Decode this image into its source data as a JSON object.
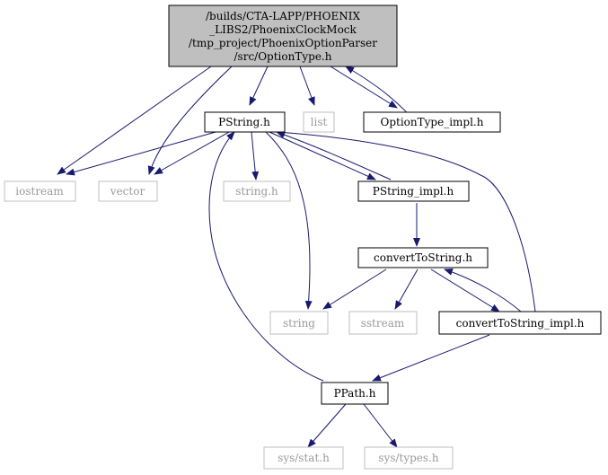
{
  "graph": {
    "edge_color": "#191970",
    "nodes": [
      {
        "id": "optiontype_h",
        "kind": "main",
        "lines": [
          "/builds/CTA-LAPP/PHOENIX",
          "_LIBS2/PhoenixClockMock",
          "/tmp_project/PhoenixOptionParser",
          "/src/OptionType.h"
        ]
      },
      {
        "id": "pstring_h",
        "kind": "local",
        "lines": [
          "PString.h"
        ]
      },
      {
        "id": "list",
        "kind": "system",
        "lines": [
          "list"
        ]
      },
      {
        "id": "optiontype_impl_h",
        "kind": "local",
        "lines": [
          "OptionType_impl.h"
        ]
      },
      {
        "id": "iostream",
        "kind": "system",
        "lines": [
          "iostream"
        ]
      },
      {
        "id": "vector",
        "kind": "system",
        "lines": [
          "vector"
        ]
      },
      {
        "id": "string_dot_h",
        "kind": "system",
        "lines": [
          "string.h"
        ]
      },
      {
        "id": "pstring_impl_h",
        "kind": "local",
        "lines": [
          "PString_impl.h"
        ]
      },
      {
        "id": "converttostring_h",
        "kind": "local",
        "lines": [
          "convertToString.h"
        ]
      },
      {
        "id": "string",
        "kind": "system",
        "lines": [
          "string"
        ]
      },
      {
        "id": "sstream",
        "kind": "system",
        "lines": [
          "sstream"
        ]
      },
      {
        "id": "converttostring_impl_h",
        "kind": "local",
        "lines": [
          "convertToString_impl.h"
        ]
      },
      {
        "id": "ppath_h",
        "kind": "local",
        "lines": [
          "PPath.h"
        ]
      },
      {
        "id": "sys_stat_h",
        "kind": "system",
        "lines": [
          "sys/stat.h"
        ]
      },
      {
        "id": "sys_types_h",
        "kind": "system",
        "lines": [
          "sys/types.h"
        ]
      }
    ]
  }
}
